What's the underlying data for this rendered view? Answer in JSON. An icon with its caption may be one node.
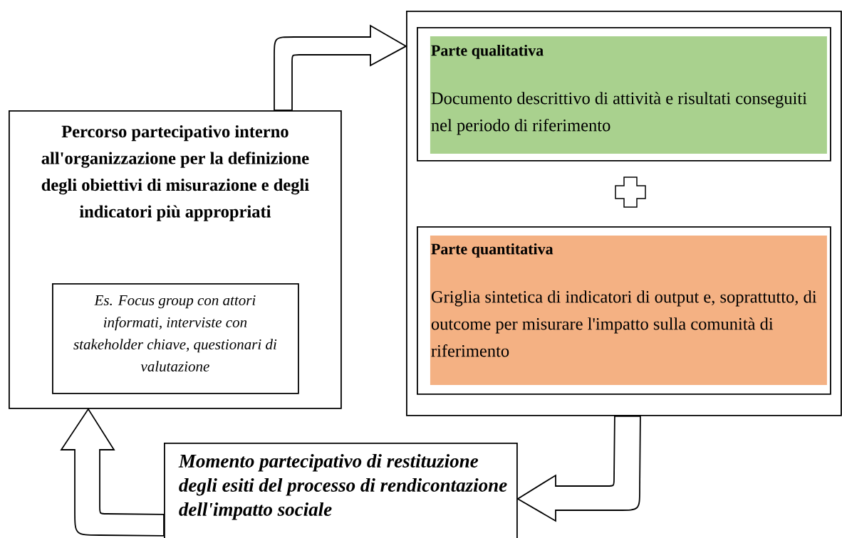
{
  "diagram": {
    "nodes": [
      {
        "text": [
          "Percorso partecipativo interno all'organizzazione per la definizione degli obiettivi di misurazione e degli indicatori più appropriati"
        ]
      },
      {
        "text": [
          "Es. Focus group con attori informati, interviste con stakeholder chiave, questionari di valutazione"
        ],
        "in": 0
      },
      {
        "text": [],
        "shape": "box"
      },
      {
        "text": [
          "Parte qualitativa",
          "Documento descrittivo di attività e risultati conseguiti nel periodo di riferimento"
        ],
        "in": 2
      },
      {
        "text": [
          "Parte quantitativa",
          "Griglia sintetica di indicatori di output e, soprattutto, di outcome per misurare l'impatto sulla comunità di riferimento"
        ],
        "in": 2
      },
      {
        "text": [
          "Momento partecipativo di restituzione degli esiti del processo di rendicontazione dell'impatto sociale"
        ]
      }
    ],
    "edges": [
      {
        "from": 0,
        "to": 2,
        "arrow": "to"
      },
      {
        "from": 2,
        "to": 5,
        "arrow": "to"
      },
      {
        "from": 5,
        "to": 0,
        "arrow": "to"
      }
    ]
  }
}
